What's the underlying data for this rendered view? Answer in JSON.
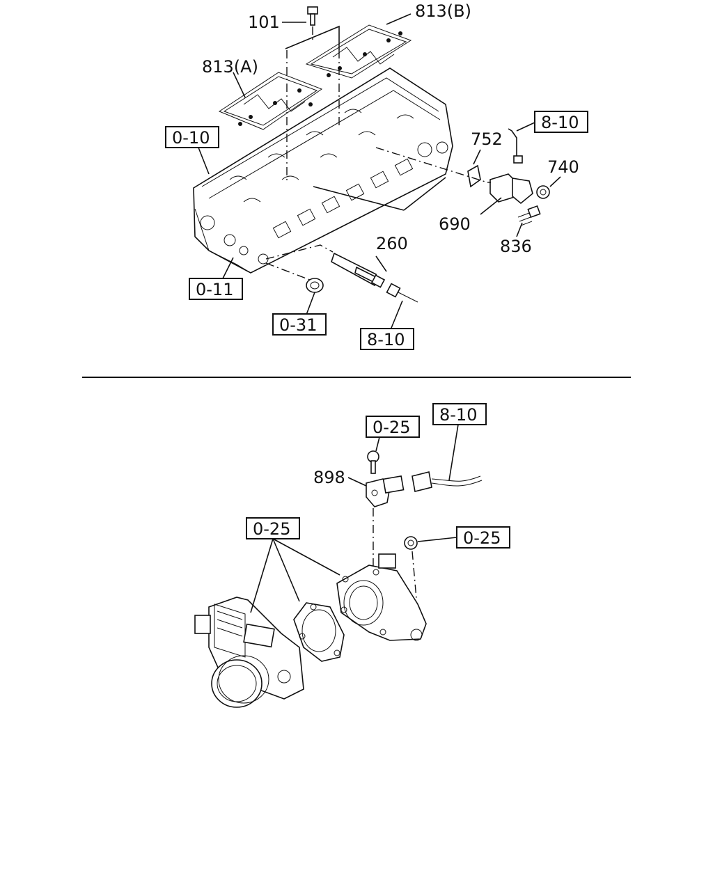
{
  "diagram": {
    "part_numbers": {
      "p101": "101",
      "p813a": "813(A)",
      "p813b": "813(B)",
      "p752": "752",
      "p740": "740",
      "p690": "690",
      "p836": "836",
      "p260": "260",
      "p898": "898"
    },
    "references": {
      "r_0_10": "0-10",
      "r_0_11": "0-11",
      "r_0_31": "0-31",
      "r_8_10_top": "8-10",
      "r_8_10_mid": "8-10",
      "r_8_10_lower": "8-10",
      "r_0_25_bolt": "0-25",
      "r_0_25_throttle": "0-25",
      "r_0_25_nut": "0-25"
    }
  }
}
